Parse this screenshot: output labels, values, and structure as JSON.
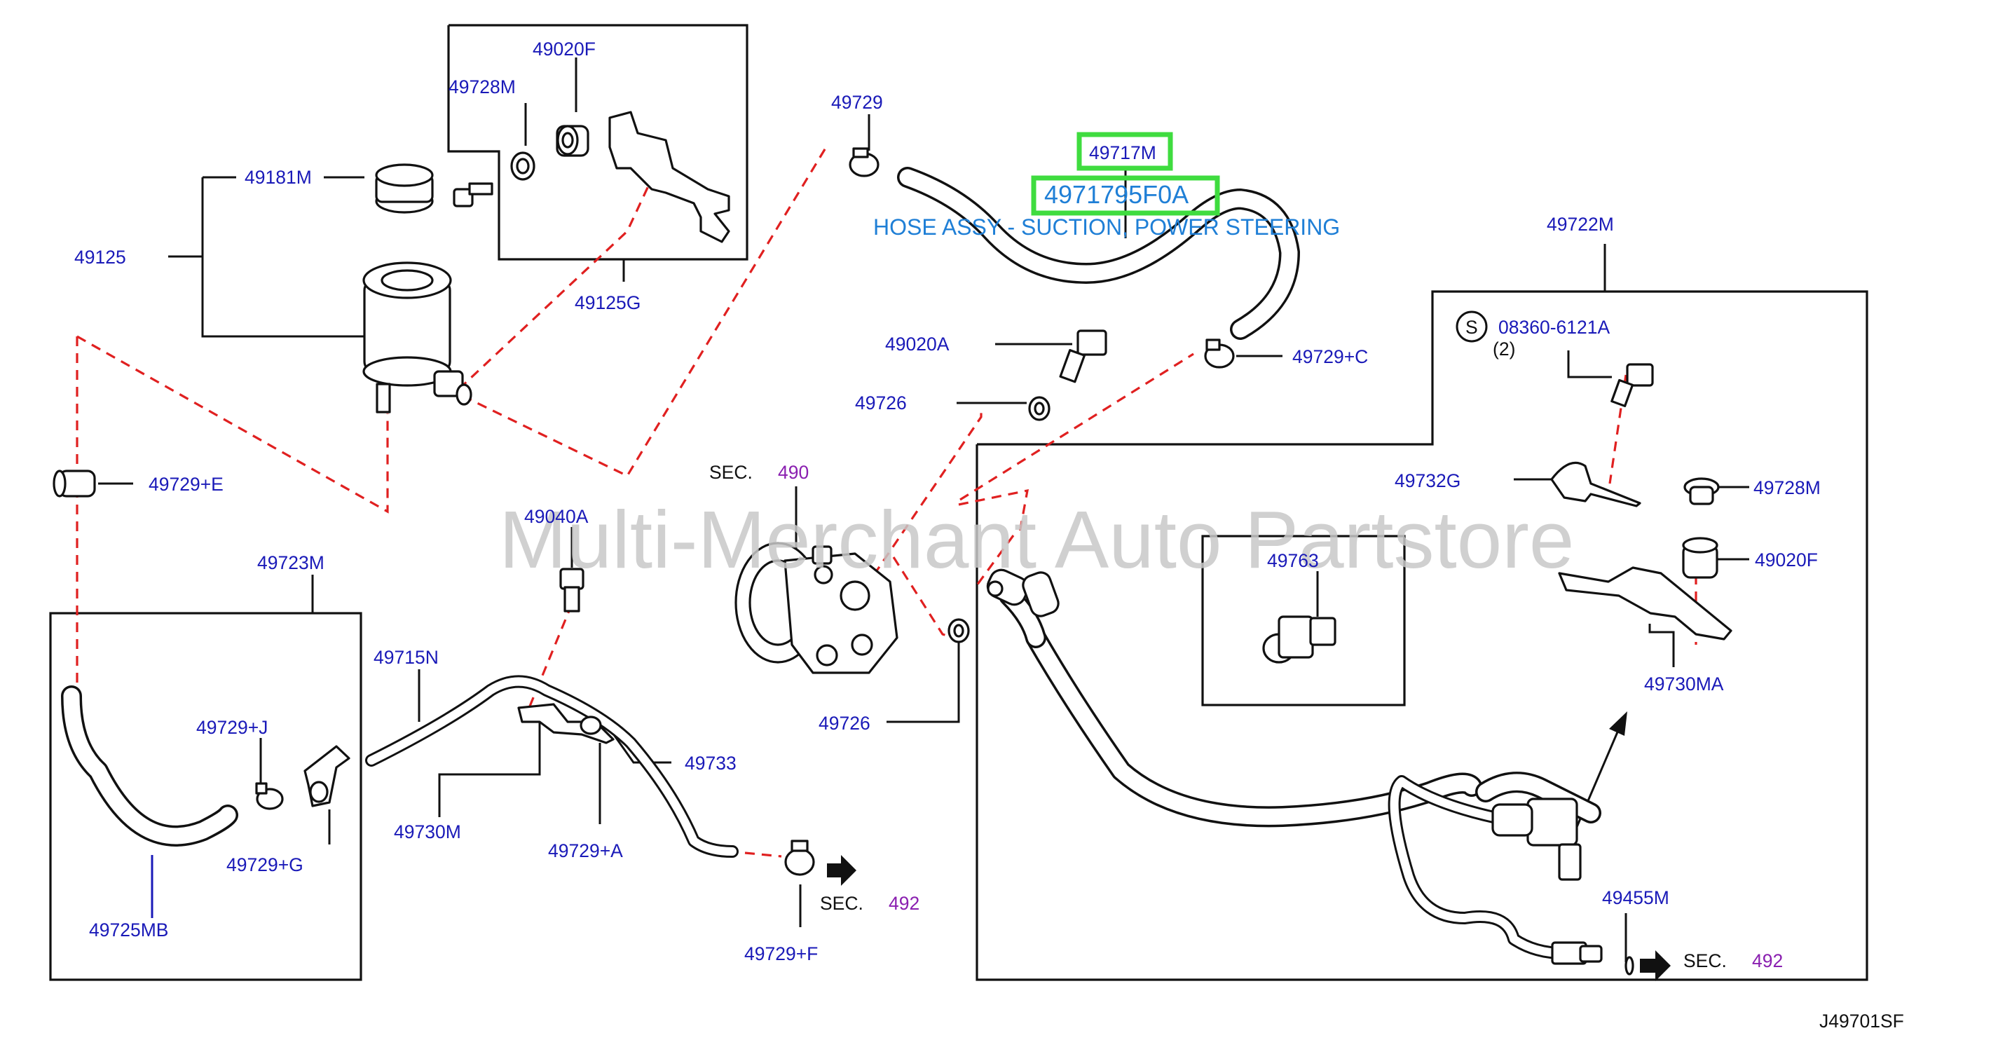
{
  "colors": {
    "label": "#1a1ab8",
    "highlight_box": "#3fdc3f",
    "highlight_text": "#1f7fd6",
    "dashed_leader": "#e02020",
    "section_ref": "#8a1fb0",
    "watermark": "#c8c8c8"
  },
  "watermark": "Multi-Merchant Auto Partstore",
  "diagram_code": "J49701SF",
  "highlight": {
    "part_number": "49717M",
    "catalog_number": "4971795F0A",
    "description": "HOSE ASSY - SUCTION, POWER STEERING"
  },
  "labels": {
    "p49020F_top": "49020F",
    "p49728M_top": "49728M",
    "p49181M": "49181M",
    "p49125": "49125",
    "p49125G": "49125G",
    "p49729": "49729",
    "p49722M": "49722M",
    "p08360": "08360-6121A",
    "p08360_qty": "(2)",
    "screw_symbol": "S",
    "p49020A": "49020A",
    "p49729C": "49729+C",
    "p49726_top": "49726",
    "p49729E": "49729+E",
    "sec_word_1": "SEC.",
    "sec_num_1": "490",
    "p49040A": "49040A",
    "p49732G": "49732G",
    "p49728M_right": "49728M",
    "p49763": "49763",
    "p49020F_right": "49020F",
    "p49723M": "49723M",
    "p49715N": "49715N",
    "p49729J": "49729+J",
    "p49733": "49733",
    "p49730MA": "49730MA",
    "p49726_bottom": "49726",
    "p49730M": "49730M",
    "p49729A": "49729+A",
    "p49729G": "49729+G",
    "p49455M": "49455M",
    "sec_word_2": "SEC.",
    "sec_num_2": "492",
    "p49725MB": "49725MB",
    "p49729F": "49729+F",
    "sec_word_3": "SEC.",
    "sec_num_3": "492"
  }
}
